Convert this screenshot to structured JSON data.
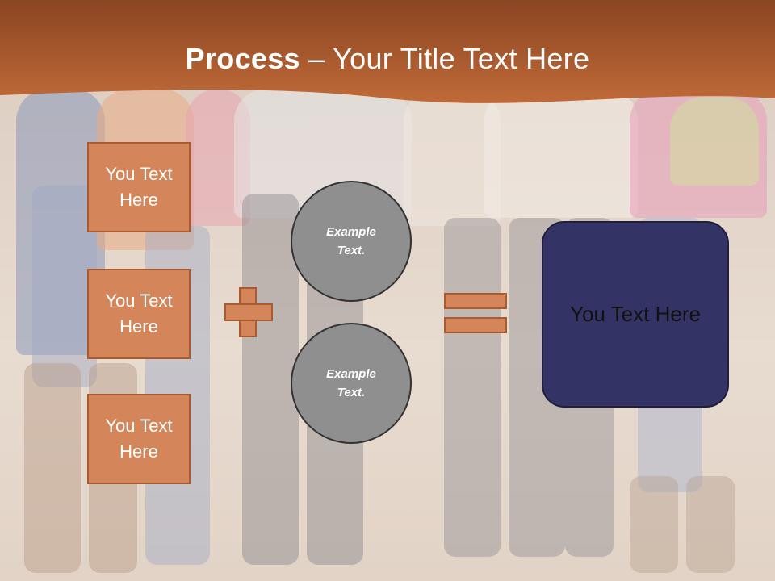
{
  "slide": {
    "title_bold": "Process",
    "title_rest": " – Your Title Text Here",
    "boxes": [
      {
        "text": "You Text Here"
      },
      {
        "text": "You Text Here"
      },
      {
        "text": "You Text Here"
      }
    ],
    "circles": [
      {
        "text": "Example Text."
      },
      {
        "text": "Example Text."
      }
    ],
    "result_text": "You Text Here"
  },
  "colors": {
    "header": "#b0602e",
    "box_fill": "#d4865a",
    "box_border": "#a95a2e",
    "circle_fill": "#8f8f8f",
    "result_fill": "#333366"
  },
  "icons": [
    "plus-icon",
    "equals-icon"
  ]
}
